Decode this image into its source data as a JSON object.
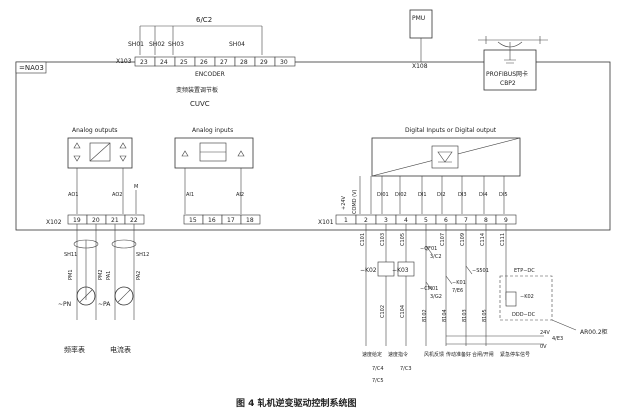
{
  "module": {
    "tag": "=NA03",
    "name_cn": "变频装置调节板",
    "name": "CUVC"
  },
  "top": {
    "cable_label": "6/C2",
    "shields": [
      "SH01",
      "SH02",
      "SH03",
      "SH04"
    ],
    "x103_label": "X103",
    "x103_pins": [
      "23",
      "24",
      "25",
      "26",
      "27",
      "28",
      "29",
      "30"
    ],
    "encoder_label": "ENCODER",
    "pmu_label": "PMU",
    "x108_label": "X108",
    "profibus_label": "PROFIBUS网卡",
    "cbp_label": "CBP2"
  },
  "sections": {
    "analog_outputs": "Analog outputs",
    "analog_inputs": "Analog inputs",
    "digital_io": "Digital Inputs or Digital output"
  },
  "signals": {
    "ao1": "AO1",
    "ao2": "AO2",
    "m": "M",
    "ai1": "AI1",
    "ai2": "AI2",
    "p24": "+24V",
    "com": "COMD (V)",
    "di": [
      "DI01",
      "DI02",
      "DI1",
      "DI2",
      "DI3",
      "DI4",
      "DI5"
    ]
  },
  "x102": {
    "label": "X102",
    "pins": [
      "19",
      "20",
      "21",
      "22",
      "15",
      "16",
      "17",
      "18"
    ]
  },
  "x101": {
    "label": "X101",
    "pins": [
      "1",
      "2",
      "3",
      "4",
      "5",
      "6",
      "7",
      "8",
      "9"
    ]
  },
  "meters": {
    "sh11": "SH11",
    "sh12": "SH12",
    "pn_label": "~PN",
    "pa_label": "~PA",
    "pm1": "PM1",
    "pm2": "PM2",
    "pa1": "PA1",
    "pa2": "PA2",
    "speed_meter": "频率表",
    "current_meter": "电流表"
  },
  "wires": {
    "c101": "C101",
    "c103": "C103",
    "c105": "C105",
    "c102": "C102",
    "c104": "C104",
    "c107": "C107",
    "c109": "C109",
    "c114": "C114",
    "c111": "C111",
    "w8102": "8102",
    "w8104": "8104",
    "w8103": "8103",
    "w8105": "8105"
  },
  "devices": {
    "k02a": "−K02",
    "k03": "−K03",
    "qf01": "−QF01",
    "qf01_ref": "3/C2",
    "km01": "−CM01",
    "km01_ref": "3/G2",
    "k01": "−K01",
    "k01_ref": "7/E6",
    "s501": "−S501",
    "etp": "ETP−DC",
    "k02b": "−K02",
    "k02b_sub": "DDD−DC",
    "v24": "24V",
    "v0": "0V",
    "ref_4e3": "4/E3"
  },
  "bottom_labels": {
    "l1": "速度给定",
    "l2": "速度指令",
    "l3": "风机反馈",
    "l4": "传动准备好",
    "l5": "合闸/开闸",
    "l6": "紧急停车信号",
    "ref1": "7/C4",
    "ref2": "7/C5",
    "ref3": "7/C3"
  },
  "ar_label": "AR00.2柜",
  "caption": "图 4    轧机逆变驱动控制系统图"
}
